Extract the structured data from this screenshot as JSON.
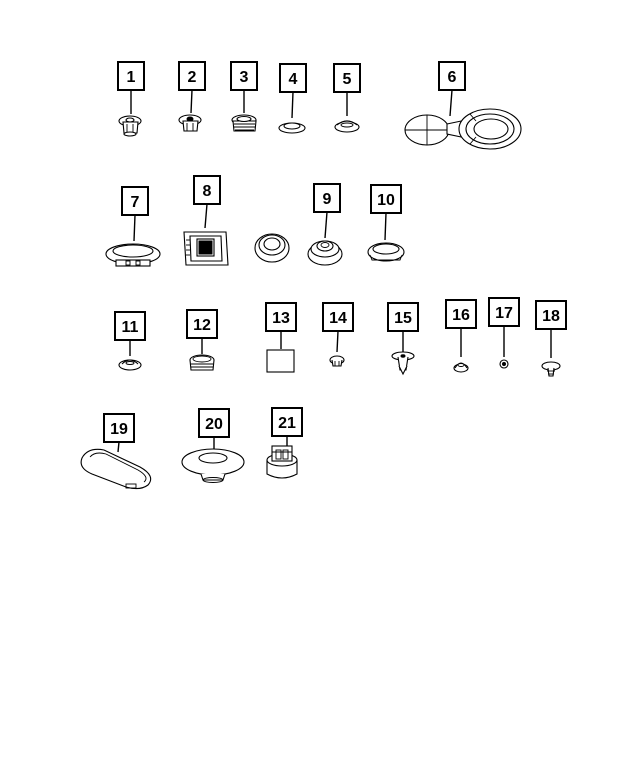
{
  "diagram": {
    "callouts": [
      "1",
      "2",
      "3",
      "4",
      "5",
      "6",
      "7",
      "8",
      "9",
      "10",
      "11",
      "12",
      "13",
      "14",
      "15",
      "16",
      "17",
      "18",
      "19",
      "20",
      "21"
    ]
  },
  "parts": [
    {
      "callout": "1",
      "icon": "push-pin-clip-icon"
    },
    {
      "callout": "2",
      "icon": "push-pin-clip-icon"
    },
    {
      "callout": "3",
      "icon": "threaded-plug-icon"
    },
    {
      "callout": "4",
      "icon": "flat-plug-icon"
    },
    {
      "callout": "5",
      "icon": "dome-plug-icon"
    },
    {
      "callout": "6",
      "icon": "oval-grommet-pair-icon"
    },
    {
      "callout": "7",
      "icon": "oval-plug-icon"
    },
    {
      "callout": "8",
      "icon": "square-grommet-icon"
    },
    {
      "callout": "9",
      "icon": "round-grommet-icon"
    },
    {
      "callout": "10",
      "icon": "oval-grommet-icon"
    },
    {
      "callout": "11",
      "icon": "small-plug-icon"
    },
    {
      "callout": "12",
      "icon": "cup-plug-icon"
    },
    {
      "callout": "13",
      "icon": "square-pad-icon"
    },
    {
      "callout": "14",
      "icon": "small-clip-icon"
    },
    {
      "callout": "15",
      "icon": "push-rivet-icon"
    },
    {
      "callout": "16",
      "icon": "cap-plug-icon"
    },
    {
      "callout": "17",
      "icon": "ball-stud-icon"
    },
    {
      "callout": "18",
      "icon": "tree-clip-icon"
    },
    {
      "callout": "19",
      "icon": "large-oval-plug-icon"
    },
    {
      "callout": "20",
      "icon": "large-round-plug-icon"
    },
    {
      "callout": "21",
      "icon": "connector-boot-icon"
    }
  ]
}
